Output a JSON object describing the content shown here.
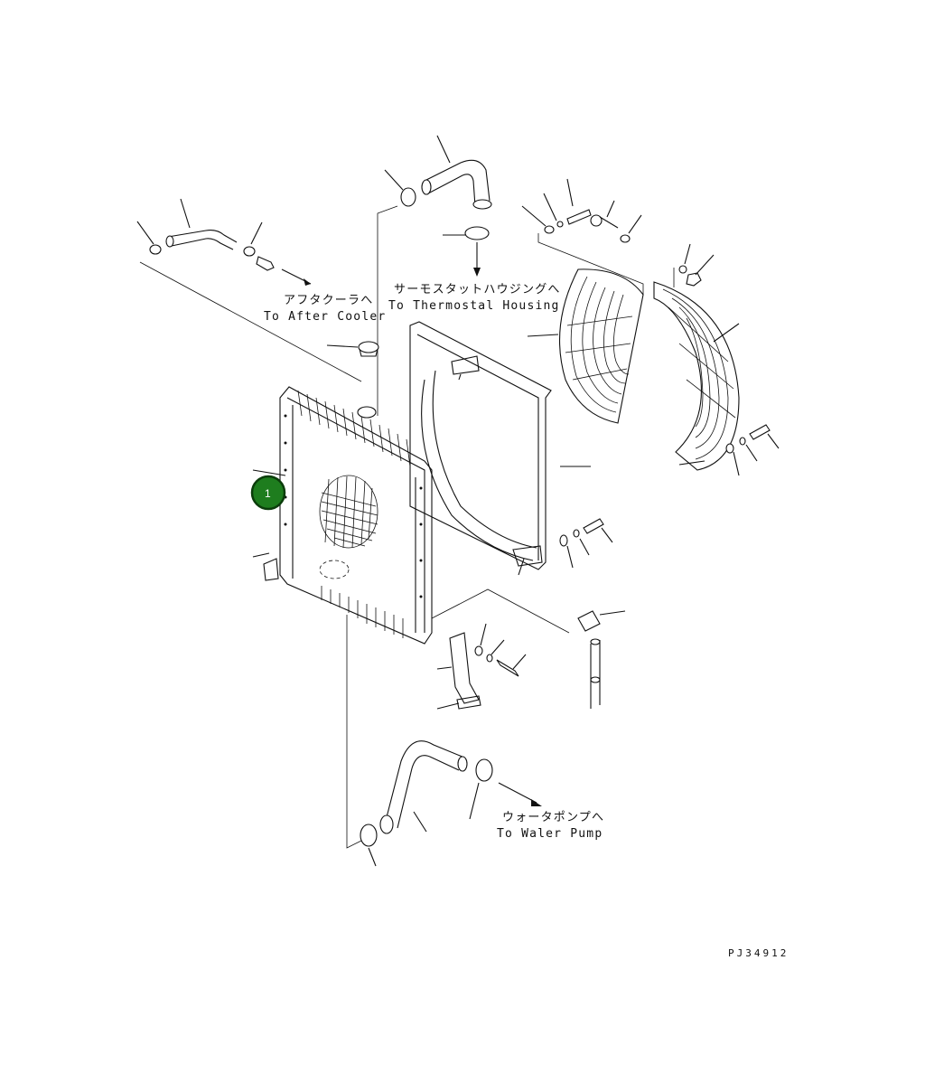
{
  "labels": {
    "after_cooler_jp": "アフタクーラへ",
    "after_cooler_en": "To After Cooler",
    "thermostat_jp": "サーモスタットハウジングへ",
    "thermostat_en": "To Thermostal Housing",
    "water_pump_jp": "ウォータポンプへ",
    "water_pump_en": "To Waler Pump",
    "drawing_code": "PJ34912"
  },
  "callout": {
    "number": "1",
    "color": "#1e7d1e",
    "border_color": "#0b3d0b"
  }
}
